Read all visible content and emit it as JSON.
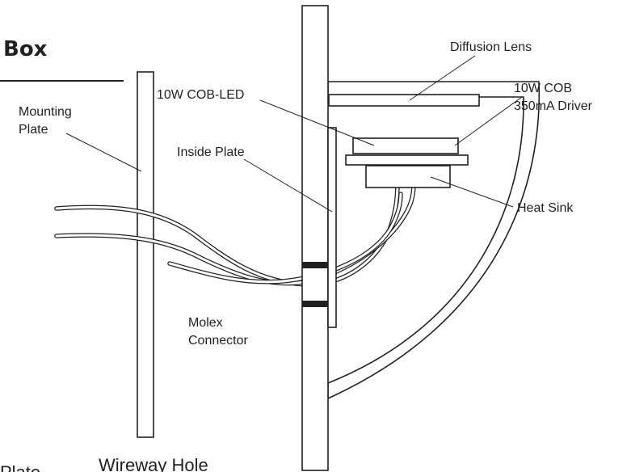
{
  "heading": "Box",
  "labels": {
    "diffusion_lens": "Diffusion Lens",
    "cob_led": "10W COB-LED",
    "driver_line1": "10W COB",
    "driver_line2": "350mA Driver",
    "mounting_line1": "Mounting",
    "mounting_line2": "Plate",
    "inside_plate": "Inside Plate",
    "heat_sink": "Heat Sink",
    "molex_line1": "Molex",
    "molex_line2": "Connector",
    "bottom_left": "Plate",
    "wireway": "Wireway Hole"
  },
  "colors": {
    "ink": "#231f20",
    "background": "#ffffff"
  }
}
